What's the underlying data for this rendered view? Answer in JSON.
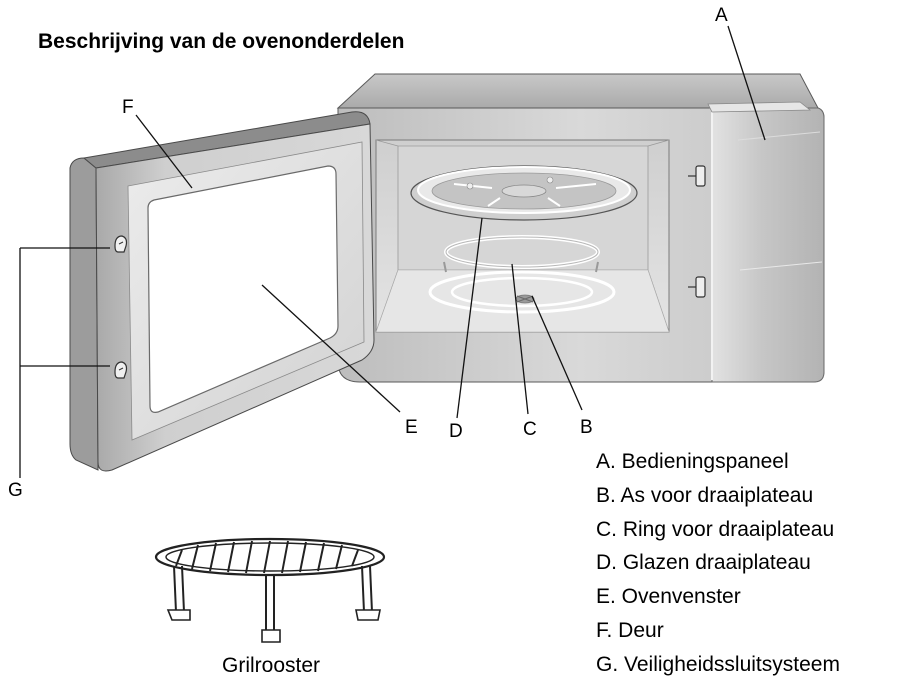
{
  "title": "Beschrijving van de ovenonderdelen",
  "callouts": {
    "a": "A",
    "b": "B",
    "c": "C",
    "d": "D",
    "e": "E",
    "f": "F",
    "g": "G"
  },
  "legend": [
    "A. Bedieningspaneel",
    "B. As voor draaiplateau",
    "C. Ring voor draaiplateau",
    "D. Glazen draaiplateau",
    "E. Ovenvenster",
    "F. Deur",
    "G. Veiligheidssluitsysteem"
  ],
  "rack_caption": "Grilrooster",
  "colors": {
    "body_gray": "#cfcfcf",
    "panel_gray": "#c4c4c4",
    "cavity_gray": "#dcdcdc",
    "window_white": "#ffffff",
    "outline": "#3a3a3a"
  }
}
